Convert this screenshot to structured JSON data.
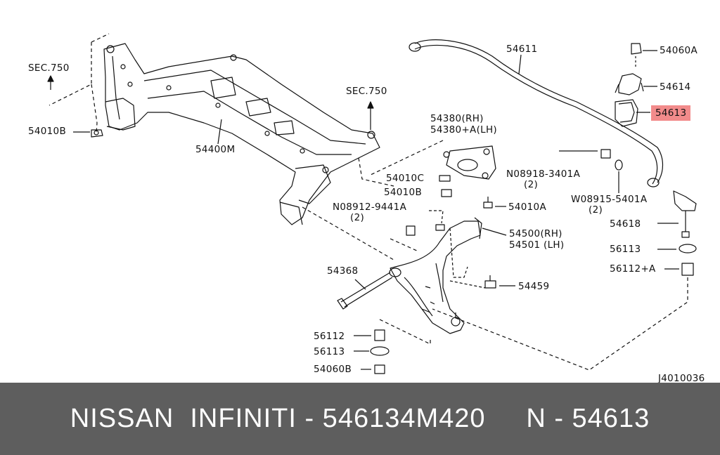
{
  "diagram": {
    "labels": {
      "sec750_left": "SEC.750",
      "sec750_right": "SEC.750",
      "p54010B_left": "54010B",
      "p54400M": "54400M",
      "p54611": "54611",
      "p54380rh": "54380(RH)",
      "p54380lh": "54380+A(LH)",
      "p54010C": "54010C",
      "p54010B_mid": "54010B",
      "n08912": "N08912-9441A",
      "n08912_qty": "(2)",
      "p54010A": "54010A",
      "n08918": "N08918-3401A",
      "n08918_qty": "(2)",
      "w08915": "W08915-5401A",
      "w08915_qty": "(2)",
      "p54060A": "54060A",
      "p54614": "54614",
      "p54613": "54613",
      "p54618": "54618",
      "p56113_right": "56113",
      "p56112A": "56112+A",
      "p54500": "54500(RH)",
      "p54501": "54501 (LH)",
      "p54368": "54368",
      "p54459": "54459",
      "p56112": "56112",
      "p56113_bottom": "56113",
      "p54060B": "54060B",
      "ref": "J4010036"
    },
    "highlight_color": "#f28b8b"
  },
  "footer": {
    "text": "NISSAN  INFINITI - 546134M420     N - 54613",
    "background": "#5e5e5e"
  }
}
